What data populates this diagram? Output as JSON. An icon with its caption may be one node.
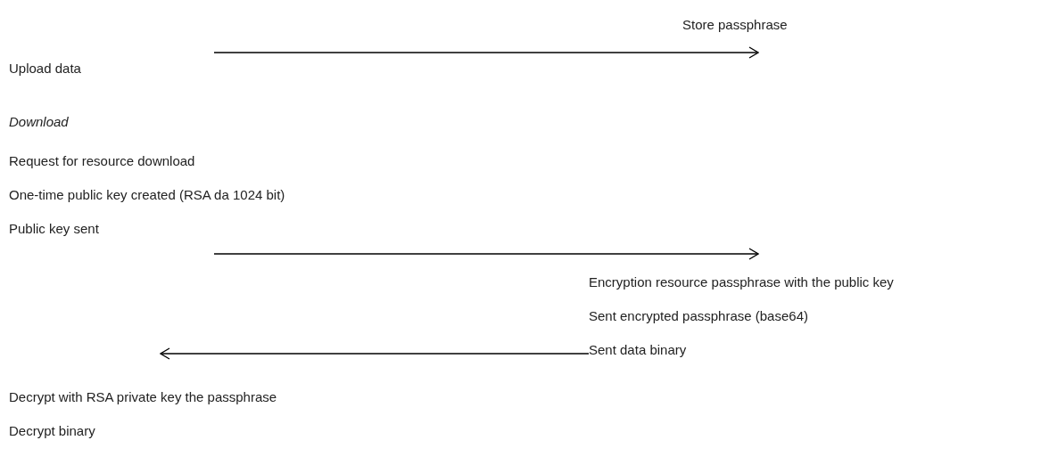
{
  "diagram": {
    "nodes": [
      {
        "text": [
          "Upload data"
        ]
      },
      {
        "text": [
          "Store passphrase"
        ]
      },
      {
        "text": [
          "Download"
        ]
      },
      {
        "text": [
          "Request for resource download"
        ]
      },
      {
        "text": [
          "One-time public key created (RSA da 1024 bit)"
        ]
      },
      {
        "text": [
          "Public key sent"
        ]
      },
      {
        "text": [
          "Encryption resource passphrase with the public key"
        ]
      },
      {
        "text": [
          "Sent encrypted passphrase (base64)"
        ]
      },
      {
        "text": [
          "Sent data binary"
        ]
      },
      {
        "text": [
          "Decrypt with RSA private key the passphrase"
        ]
      },
      {
        "text": [
          "Decrypt binary"
        ]
      }
    ],
    "edges": [
      {
        "from": null,
        "to": 1,
        "arrow": "to"
      },
      {
        "from": null,
        "to": 6,
        "arrow": "to"
      },
      {
        "from": 8,
        "to": 9,
        "arrow": "to"
      }
    ]
  }
}
